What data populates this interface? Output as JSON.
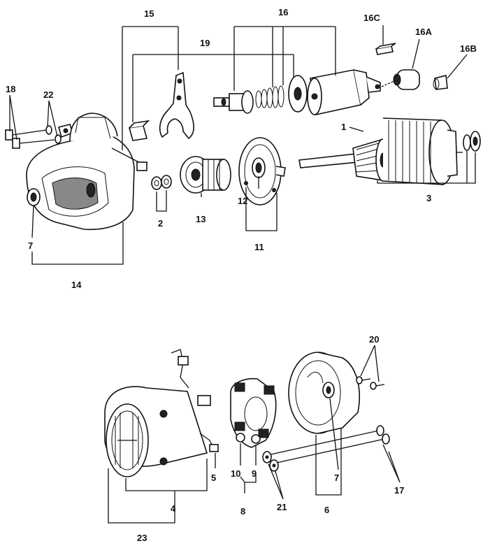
{
  "callouts": {
    "c1": "1",
    "c2": "2",
    "c3": "3",
    "c4": "4",
    "c5": "5",
    "c6": "6",
    "c7a": "7",
    "c7b": "7",
    "c8": "8",
    "c9": "9",
    "c10": "10",
    "c11": "11",
    "c12": "12",
    "c13": "13",
    "c14": "14",
    "c15": "15",
    "c16": "16",
    "c16a": "16A",
    "c16b": "16B",
    "c16c": "16C",
    "c17": "17",
    "c18": "18",
    "c19": "19",
    "c20": "20",
    "c21": "21",
    "c22": "22",
    "c23": "23"
  },
  "colors": {
    "ink": "#111111",
    "background": "#ffffff"
  }
}
